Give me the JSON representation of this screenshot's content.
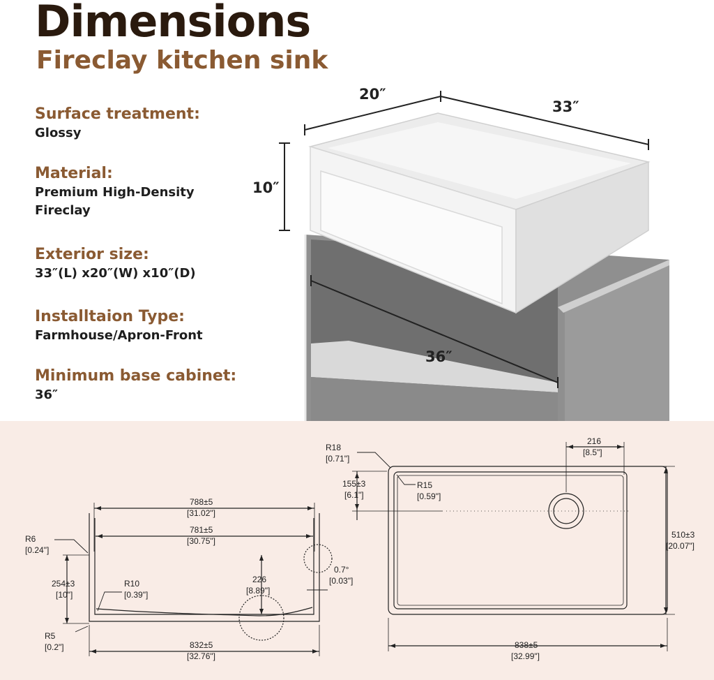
{
  "header": {
    "title": "Dimensions",
    "subtitle": "Fireclay kitchen sink"
  },
  "specs": [
    {
      "label": "Surface treatment:",
      "value": [
        "Glossy"
      ]
    },
    {
      "label": "Material:",
      "value": [
        "Premium High-Density",
        "Fireclay"
      ]
    },
    {
      "label": "Exterior size:",
      "value": [
        "33″(L) x20″(W) x10″(D)"
      ]
    },
    {
      "label": "Installtaion Type:",
      "value": [
        "Farmhouse/Apron-Front"
      ]
    },
    {
      "label": "Minimum base cabinet:",
      "value": [
        "36″"
      ]
    }
  ],
  "render_dims": {
    "width": "20″",
    "length": "33″",
    "depth": "10″",
    "cabinet": "36″"
  },
  "front_view": {
    "top_outer": [
      "788±5",
      "[31.02\"]"
    ],
    "top_inner": [
      "781±5",
      "[30.75\"]"
    ],
    "r6": [
      "R6",
      "[0.24\"]"
    ],
    "height": [
      "254±3",
      "[10\"]"
    ],
    "r10": [
      "R10",
      "[0.39\"]"
    ],
    "depth_center": [
      "226",
      "[8.89\"]"
    ],
    "angle": [
      "0.7°",
      "[0.03\"]"
    ],
    "r5": [
      "R5",
      "[0.2\"]"
    ],
    "bottom": [
      "832±5",
      "[32.76\"]"
    ]
  },
  "top_view": {
    "r18": [
      "R18",
      "[0.71\"]"
    ],
    "drain_offset": [
      "216",
      "[8.5\"]"
    ],
    "drain_from_back": [
      "155±3",
      "[6.1\"]"
    ],
    "r15": [
      "R15",
      "[0.59\"]"
    ],
    "width": [
      "510±3",
      "[20.07\"]"
    ],
    "length": [
      "838±5",
      "[32.99\"]"
    ]
  },
  "colors": {
    "title": "#2a1a0e",
    "accent": "#8a5a32",
    "bottom_bg": "#f9ece6",
    "cabinet": "#8f8f8f"
  }
}
